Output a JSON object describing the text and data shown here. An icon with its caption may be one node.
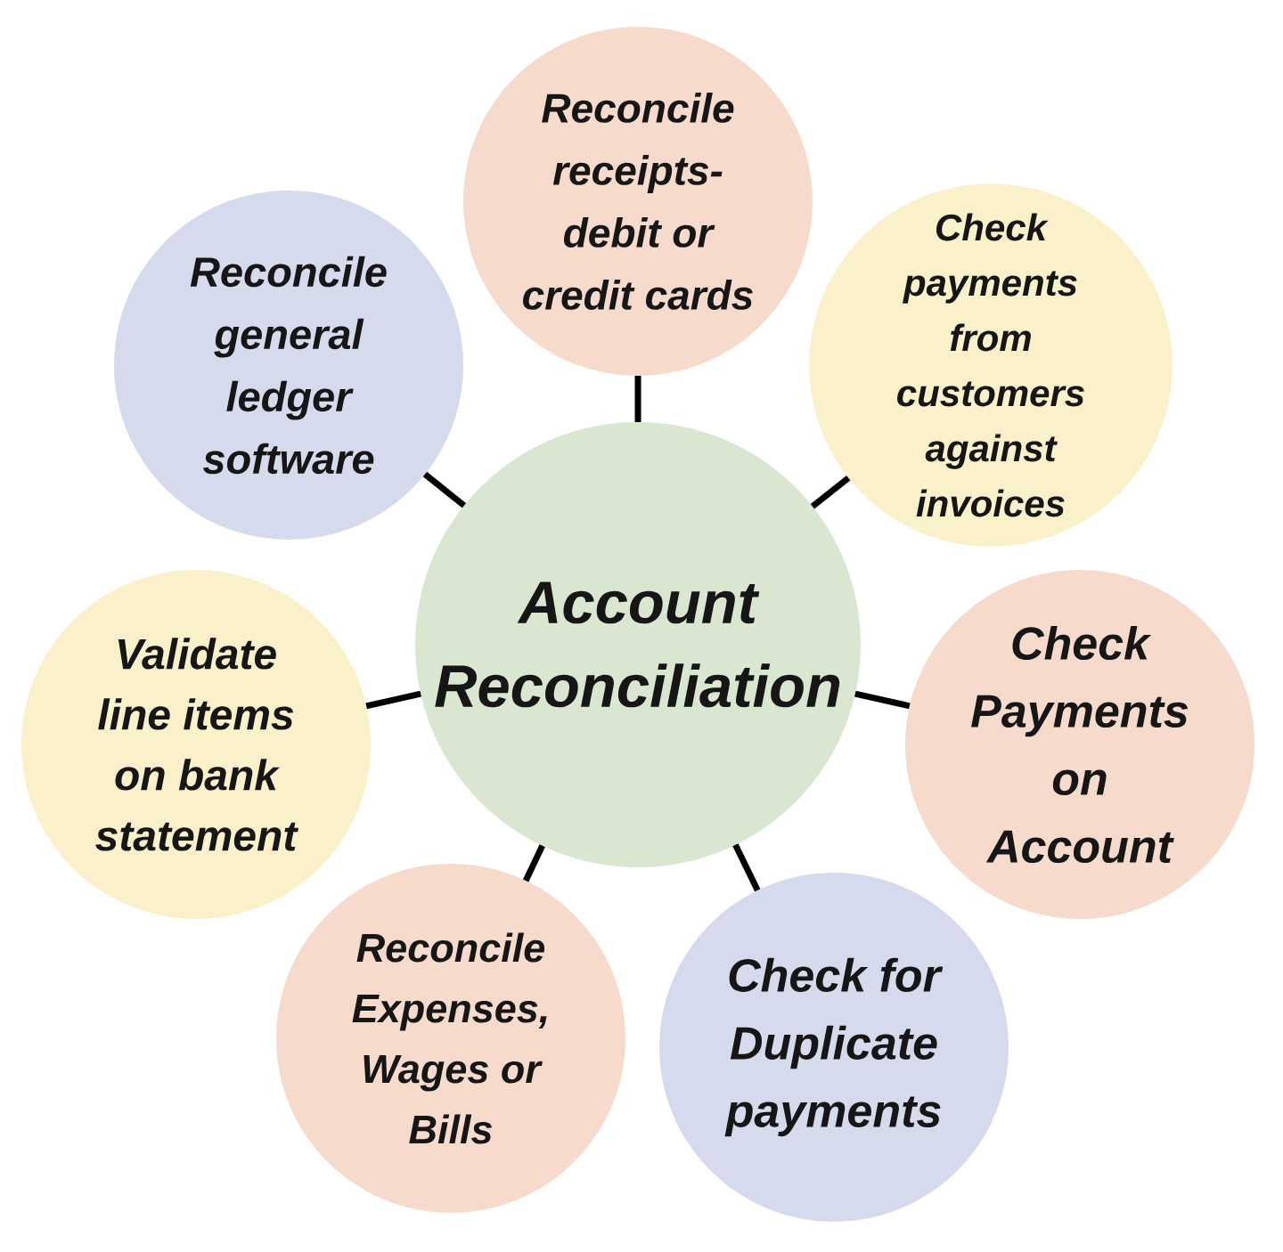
{
  "diagram": {
    "nodes": [
      {
        "text": [
          "Reconcile receipts-debit or credit cards"
        ]
      },
      {
        "text": [
          "Reconcile general ledger software"
        ]
      },
      {
        "text": [
          "Check payments from customers against invoices"
        ]
      },
      {
        "text": [
          "Account Reconciliation"
        ]
      },
      {
        "text": [
          "Validate line items on bank statement"
        ]
      },
      {
        "text": [
          "Check Payments on Account"
        ]
      },
      {
        "text": [
          "Reconcile Expenses, Wages or Bills"
        ]
      },
      {
        "text": [
          "Check for Duplicate payments"
        ]
      }
    ],
    "edges": [
      {
        "from": 3,
        "to": 0,
        "arrow": "none"
      },
      {
        "from": 3,
        "to": 2,
        "arrow": "none"
      },
      {
        "from": 3,
        "to": 5,
        "arrow": "none"
      },
      {
        "from": 3,
        "to": 7,
        "arrow": "none"
      },
      {
        "from": 3,
        "to": 6,
        "arrow": "none"
      },
      {
        "from": 3,
        "to": 4,
        "arrow": "none"
      },
      {
        "from": 3,
        "to": 1,
        "arrow": "none"
      }
    ]
  }
}
